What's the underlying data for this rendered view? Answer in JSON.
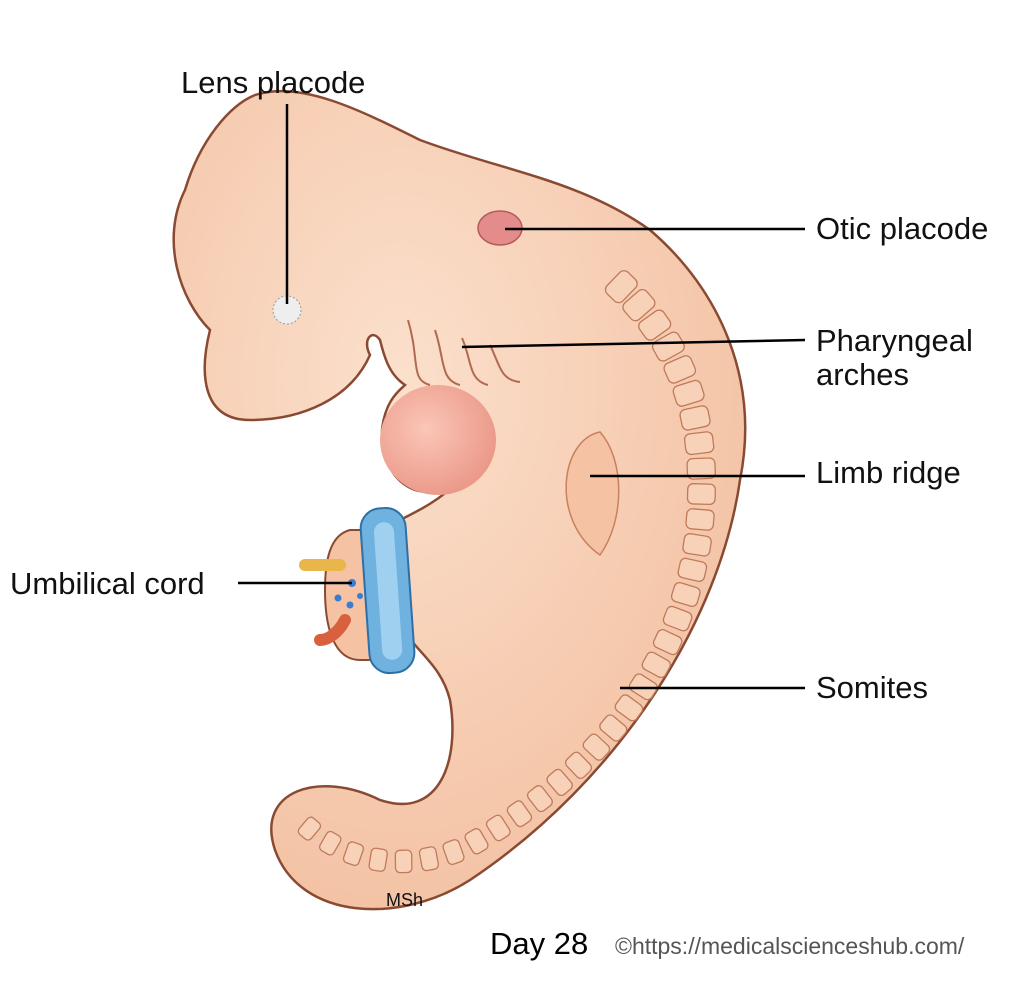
{
  "labels": {
    "lens_placode": "Lens placode",
    "otic_placode": "Otic placode",
    "pharyngeal_arches_1": "Pharyngeal",
    "pharyngeal_arches_2": "arches",
    "limb_ridge": "Limb ridge",
    "umbilical_cord": "Umbilical cord",
    "somites": "Somites"
  },
  "signature": "MSh",
  "stage_label": "Day 28",
  "copyright": "©https://medicalscienceshub.com/",
  "colors": {
    "skin": "#f7cdb0",
    "outline": "#8a4a32",
    "heart": "#f0a89a",
    "amnion_ring": "#6fb2e0",
    "vein": "#e8b64a",
    "artery": "#d9603e"
  }
}
